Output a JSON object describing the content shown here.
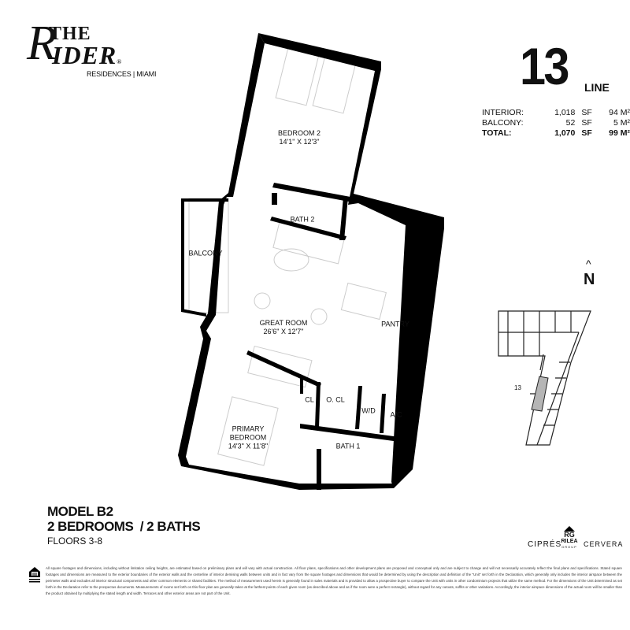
{
  "brand": {
    "the": "THE",
    "r": "R",
    "ider": "IDER",
    "registered": "®",
    "subtitle": "RESIDENCES | MIAMI"
  },
  "unit": {
    "line_number": "13",
    "line_label": "LINE"
  },
  "areas": [
    {
      "label": "INTERIOR:",
      "sf": "1,018",
      "sf_unit": "SF",
      "m2": "94 M²",
      "bold": false
    },
    {
      "label": "BALCONY:",
      "sf": "52",
      "sf_unit": "SF",
      "m2": "5 M²",
      "bold": false
    },
    {
      "label": "TOTAL:",
      "sf": "1,070",
      "sf_unit": "SF",
      "m2": "99 M²",
      "bold": true
    }
  ],
  "rooms": {
    "bedroom2": {
      "name": "BEDROOM 2",
      "dims": "14'1\" X 12'3\""
    },
    "bath2": {
      "name": "BATH 2"
    },
    "balcony": {
      "name": "BALCONY"
    },
    "great_room": {
      "name": "GREAT ROOM",
      "dims": "26'6\" X 12'7\""
    },
    "pantry": {
      "name": "PANTRY"
    },
    "cl": {
      "name": "CL"
    },
    "ocl": {
      "name": "O. CL"
    },
    "wd": {
      "name": "W/D"
    },
    "ac": {
      "name": "A/C"
    },
    "primary": {
      "name1": "PRIMARY",
      "name2": "BEDROOM",
      "dims": "14'3\" X 11'8\""
    },
    "bath1": {
      "name": "BATH 1"
    }
  },
  "compass": {
    "arrow": "^",
    "label": "N"
  },
  "key_plan": {
    "unit_label": "13",
    "highlight_color": "#b5b5b5"
  },
  "model": {
    "name": "MODEL B2",
    "bedrooms_baths": "2 BEDROOMS  / 2 BATHS",
    "floors": "FLOORS  3-8"
  },
  "partners": {
    "cipres": "CIPRÉS",
    "rilea_mark": "RG",
    "rilea": "RILEA",
    "rilea_sub": "GROUP",
    "cervera": "CERVERA"
  },
  "disclaimer": "All square footages and dimensions, including without limitation ceiling heights, are estimated based on preliminary plans and will vary with actual construction. All floor plans, specifications and other development plans are proposed and conceptual only and are subject to change and will not necessarily accurately reflect the final plans and specifications. Stated square footages and dimensions are measured to the exterior boundaries of the exterior walls and the centerline of interior demising walls between units and in fact vary from the square footages and dimensions that would be determined by using the description and definition of the \"Unit\" set forth in the Declaration, which generally only includes the interior airspace between the perimeter walls and excludes all interior structural components and other common elements or shared facilities. The method of measurement used herein is generally found in sales materials and is provided to allow a prospective buyer to compare the Unit with units in other condominium projects that utilize the same method. For the dimensions of the Unit determined as set forth in the Declaration refer to the prospectus documents. Measurements of rooms set forth on this floor plan are generally taken at the farthest points of each given room (as described above and as if the room were a perfect rectangle), without regard for any cutouts, soffits or other variations. Accordingly, the interior airspace dimensions of the actual room will be smaller than the product obtained by multiplying the stated length and width. Terraces and other exterior areas are not part of the Unit."
}
